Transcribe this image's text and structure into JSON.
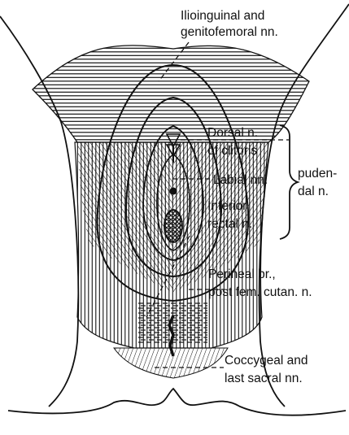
{
  "labels": {
    "ilioinguinal_line1": "Ilioinguinal and",
    "ilioinguinal_line2": "genitofemoral nn.",
    "dorsal_line1": "Dorsal n.",
    "dorsal_line2": "of clitoris",
    "labial": "Labial nn.",
    "inferior_line1": "Inferior",
    "inferior_line2": "rectal n.",
    "pudendal_line1": "puden-",
    "pudendal_line2": "dal n.",
    "perineal_line1": "Perineal br.,",
    "perineal_line2": "post fem. cutan. n.",
    "coccygeal_line1": "Coccygeal and",
    "coccygeal_line2": "last sacral nn."
  }
}
